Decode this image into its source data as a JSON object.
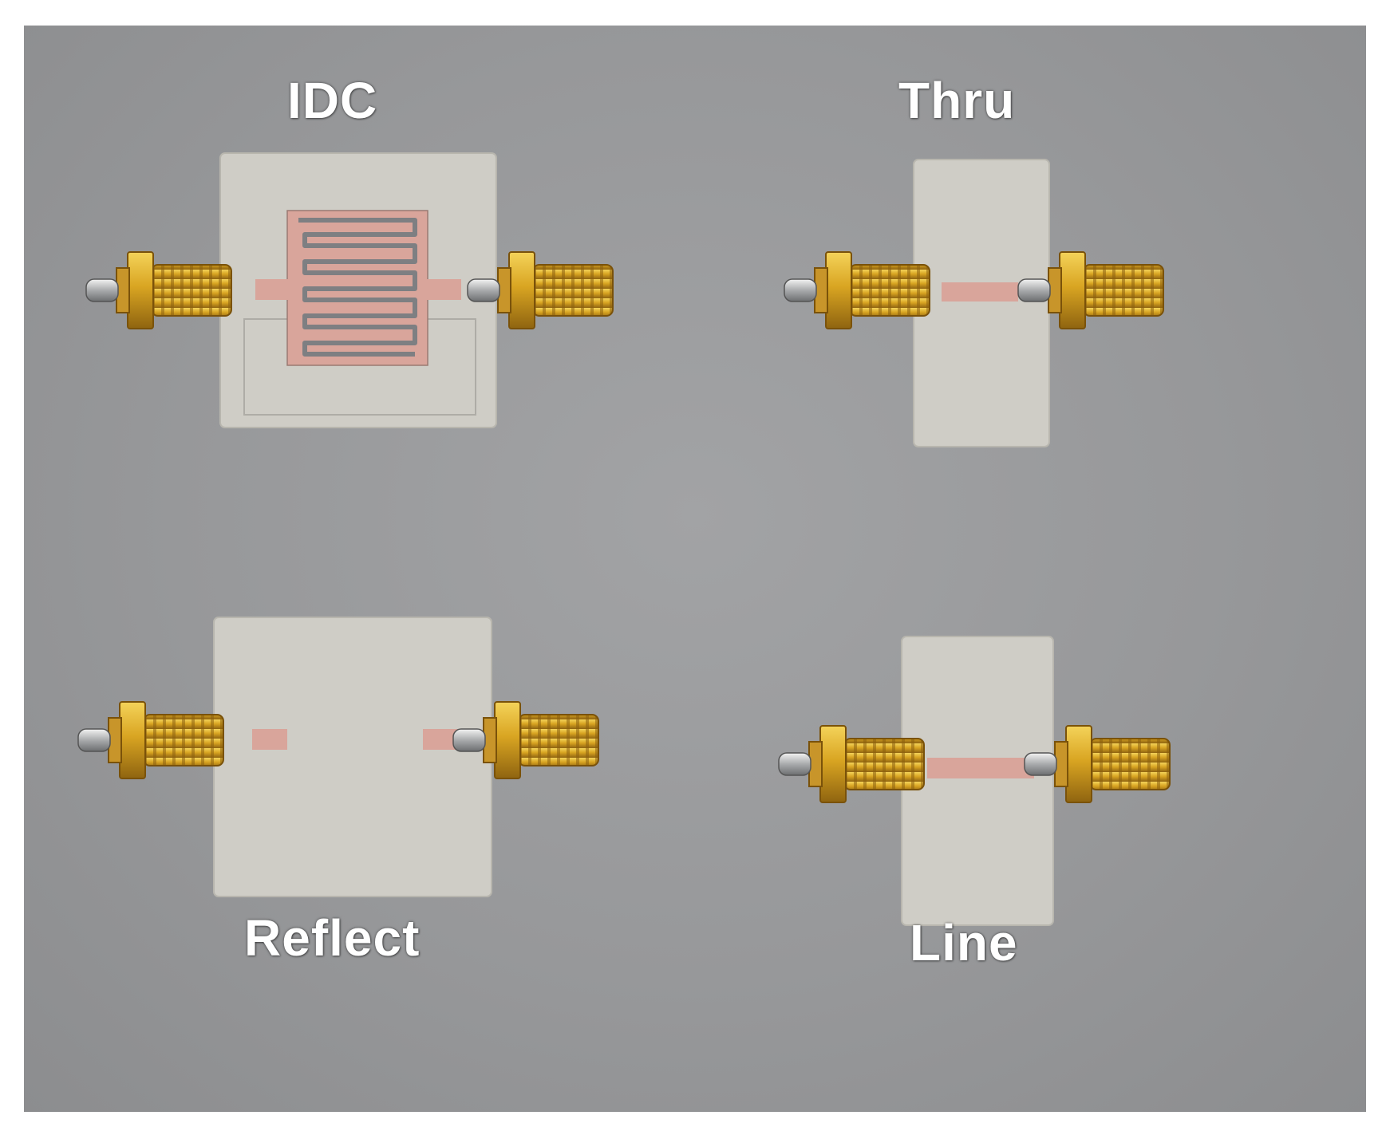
{
  "labels": {
    "idc": "IDC",
    "thru": "Thru",
    "reflect": "Reflect",
    "line": "Line"
  },
  "colors": {
    "background": "#97989a",
    "substrate": "#cfcdc6",
    "copper": "#d9a59b",
    "gold": "#d4a22a",
    "frame": "#ffffff"
  },
  "objects": [
    "idc-test-board",
    "thru-test-board",
    "reflect-test-board",
    "line-test-board",
    "sma-connector"
  ]
}
